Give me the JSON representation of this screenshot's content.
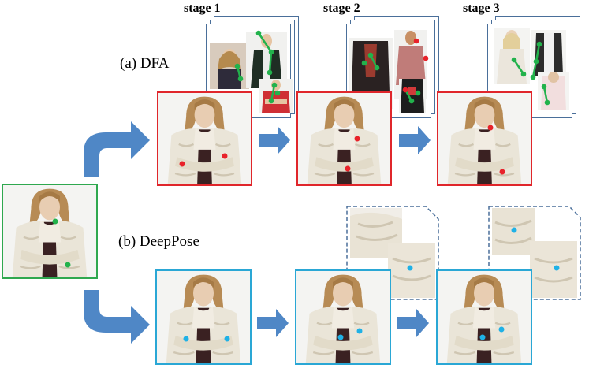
{
  "header": {
    "stages": [
      "stage 1",
      "stage 2",
      "stage 3"
    ]
  },
  "rows": {
    "dfa_label": "(a) DFA",
    "deeppose_label": "(b) DeepPose"
  },
  "colors": {
    "dfa_frame": "#e0262b",
    "deeppose_frame": "#2aa7d5",
    "input_frame": "#2fa84f",
    "arrow": "#4f87c6",
    "stack_border": "#4a6f9a",
    "red_point": "#e8222a",
    "cyan_point": "#1fb1e6",
    "green_point": "#22b24c"
  }
}
